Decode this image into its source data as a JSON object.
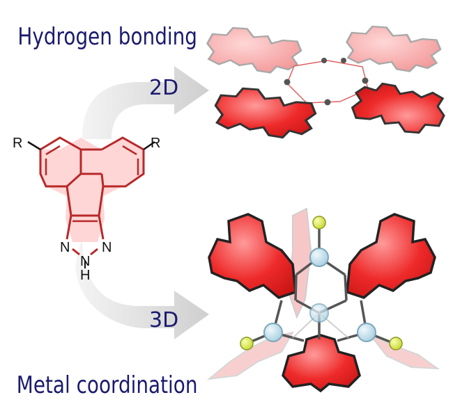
{
  "labels": {
    "top": "Hydrogen bonding",
    "bottom": "Metal coordination",
    "arrow_2d": "2D",
    "arrow_3d": "3D"
  },
  "molecule": {
    "substituent_left": "R",
    "substituent_right": "R",
    "n_left": "N",
    "n_right": "N",
    "n_bottom": "N",
    "h_bottom": "H"
  },
  "colors": {
    "label_text": "#1a1a6e",
    "molecule_fill": "#ffd6d6",
    "molecule_stroke": "#c03030",
    "unit_red": "#e81e1e",
    "metal_node": "#c8e4f0",
    "ligand_node": "#e4f55a",
    "arrow_gray": "#d0d0d0"
  }
}
